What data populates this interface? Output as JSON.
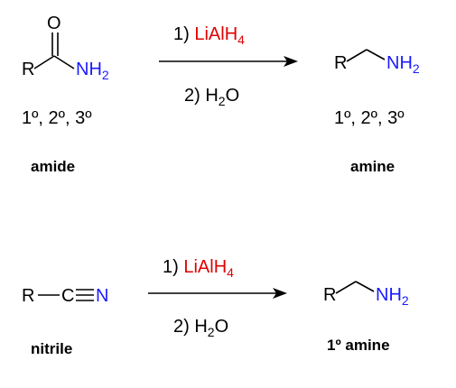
{
  "reaction1": {
    "reactant": {
      "r": "R",
      "o": "O",
      "n": "NH",
      "n_sub": "2",
      "degree": "1º, 2º, 3º",
      "name": "amide"
    },
    "step1": {
      "num": "1) ",
      "reagent": "LiAlH",
      "reagent_sub": "4"
    },
    "step2": {
      "text": "2) H",
      "sub": "2",
      "tail": "O"
    },
    "product": {
      "r": "R",
      "n": "NH",
      "n_sub": "2",
      "degree": "1º, 2º, 3º",
      "name": "amine"
    }
  },
  "reaction2": {
    "reactant": {
      "r": "R",
      "c": "C",
      "n": "N",
      "name": "nitrile"
    },
    "step1": {
      "num": "1) ",
      "reagent": "LiAlH",
      "reagent_sub": "4"
    },
    "step2": {
      "text": "2) H",
      "sub": "2",
      "tail": "O"
    },
    "product": {
      "r": "R",
      "n": "NH",
      "n_sub": "2",
      "name": "1º amine"
    }
  },
  "colors": {
    "heteroatom": "#1a1aff",
    "reagent": "#e00000",
    "text": "#000000"
  }
}
